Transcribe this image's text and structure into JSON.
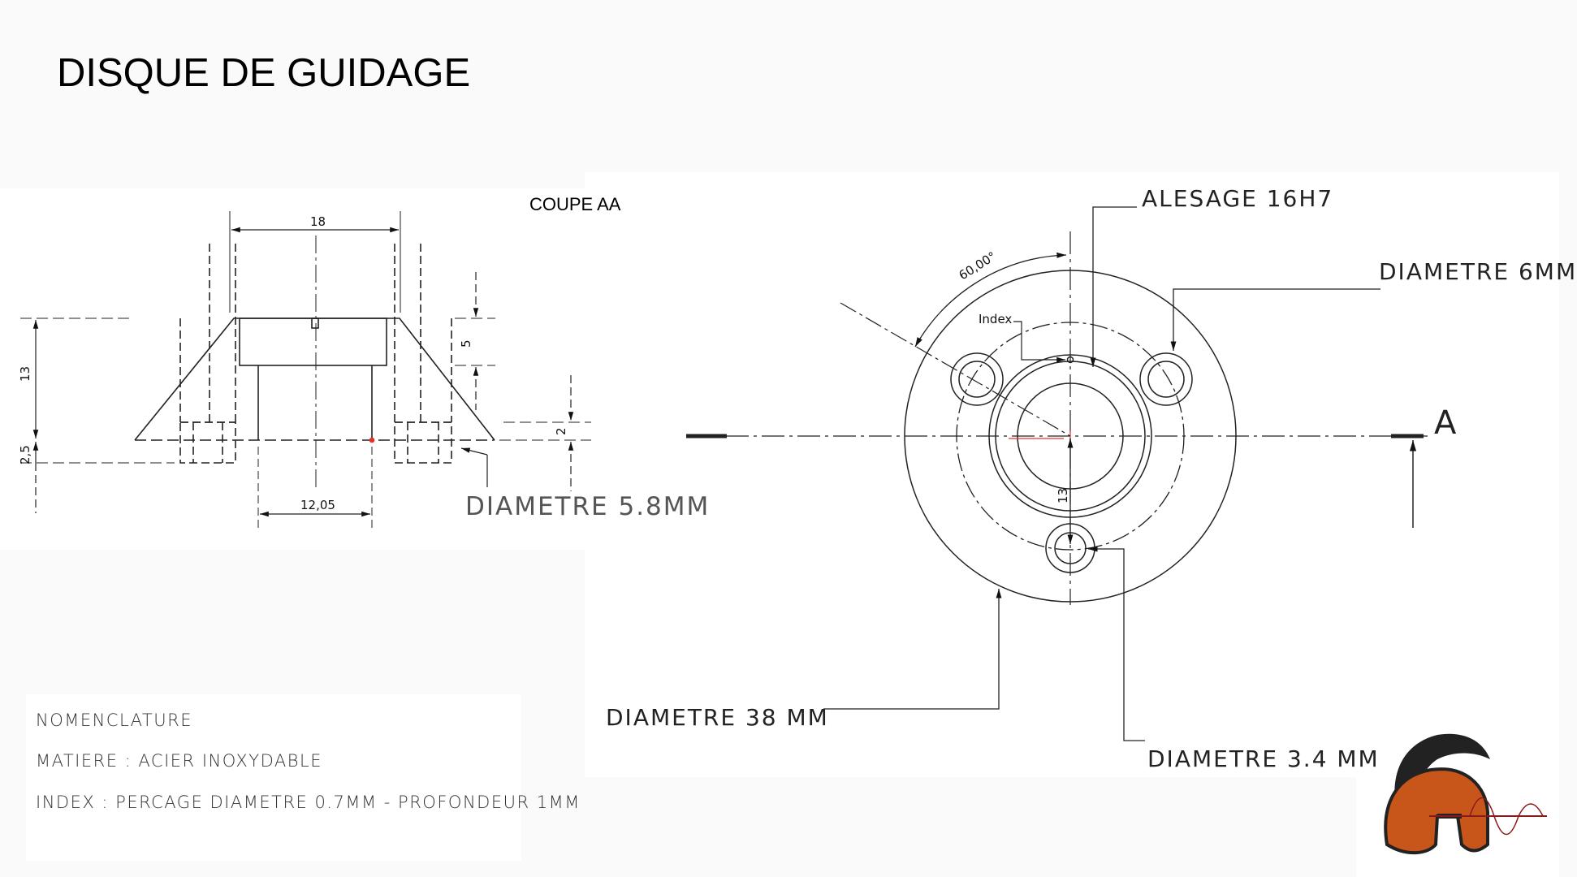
{
  "title": "DISQUE DE GUIDAGE",
  "section_label": "COUPE AA",
  "section_view": {
    "dim_top": "18",
    "dim_bottom": "12,05",
    "dim_height": "13",
    "dim_base": "2,5",
    "dim_counterbore": "5",
    "dim_small": "2",
    "callout_hole": "DIAMETRE 5.8MM"
  },
  "front_view": {
    "angle_label": "60,00°",
    "index_label": "Index",
    "radius_label": "13",
    "section_marker": "A",
    "callout_bore": "ALESAGE 16H7",
    "callout_holes_6": "DIAMETRE 6MM",
    "callout_outer": "DIAMETRE 38 MM",
    "callout_hole_34": "DIAMETRE 3.4 MM"
  },
  "nomenclature": {
    "heading": "NOMENCLATURE",
    "material": "MATIERE : ACIER INOXYDABLE",
    "index_note": "INDEX : PERCAGE DIAMETRE 0.7MM - PROFONDEUR 1MM"
  },
  "logo": {
    "icon": "spartan-helmet-logo",
    "colors": [
      "#222222",
      "#c8561b",
      "#8b1a1a"
    ]
  }
}
